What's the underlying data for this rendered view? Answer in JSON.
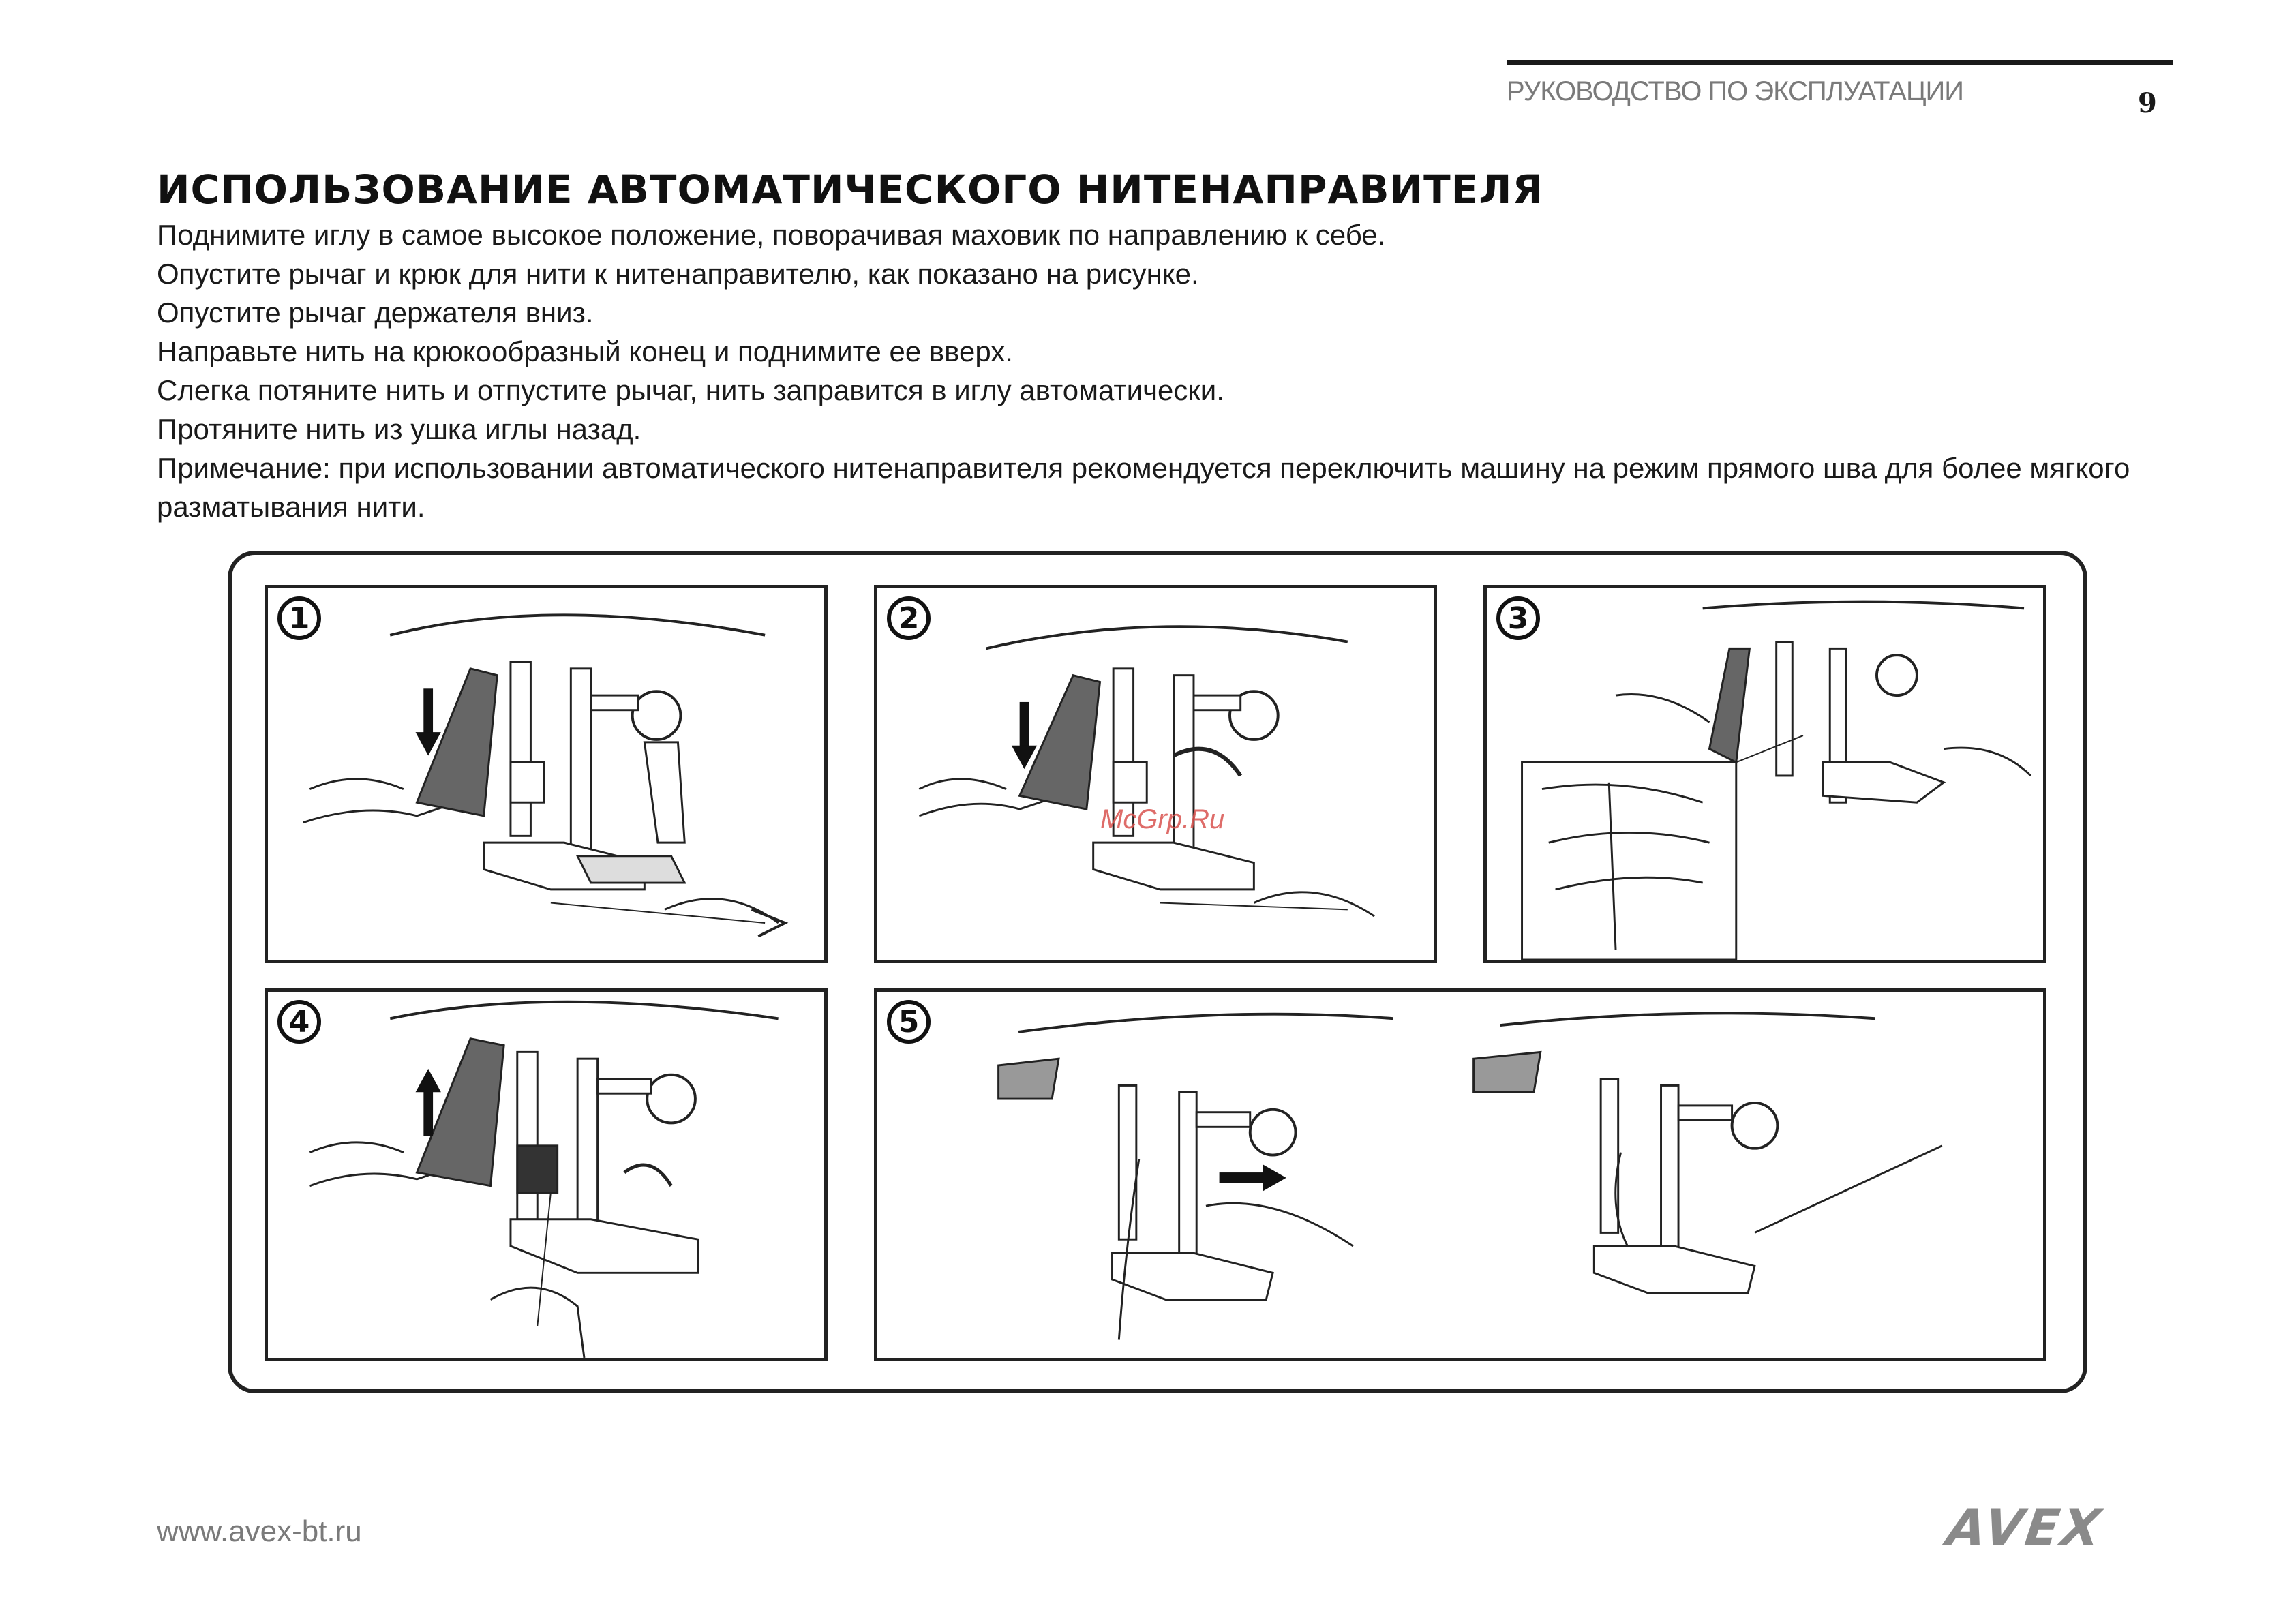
{
  "header": {
    "section_title": "РУКОВОДСТВО ПО ЭКСПЛУАТАЦИИ",
    "page_number": "9"
  },
  "title": "ИСПОЛЬЗОВАНИЕ АВТОМАТИЧЕСКОГО НИТЕНАПРАВИТЕЛЯ",
  "steps": [
    "Поднимите иглу в самое высокое положение, поворачивая маховик по направлению к себе.",
    "Опустите рычаг и крюк для нити к нитенаправителю, как показано на рисунке.",
    "Опустите рычаг держателя вниз.",
    "Направьте нить на крюкообразный конец и поднимите ее вверх.",
    "Слегка потяните нить и отпустите рычаг, нить заправится в иглу автоматически.",
    "Протяните нить из ушка иглы назад."
  ],
  "note": "Примечание: при использовании автоматического нитенаправителя рекомендуется переключить машину на режим прямого шва для более мягкого разматывания нити.",
  "figure": {
    "panels": [
      {
        "number": "1",
        "icon": "arrow-down-icon"
      },
      {
        "number": "2",
        "icon": "arrow-down-icon"
      },
      {
        "number": "3",
        "icon": "zoom-inset-icon"
      },
      {
        "number": "4",
        "icon": "arrow-up-icon"
      },
      {
        "number": "5",
        "icon": "arrow-right-icon"
      }
    ],
    "watermark": "McGrp.Ru"
  },
  "footer": {
    "url": "www.avex-bt.ru",
    "brand": "AVEX"
  },
  "colors": {
    "ink": "#1a1a1a",
    "grey_text": "#7a7a7a",
    "watermark": "#d9534f"
  }
}
